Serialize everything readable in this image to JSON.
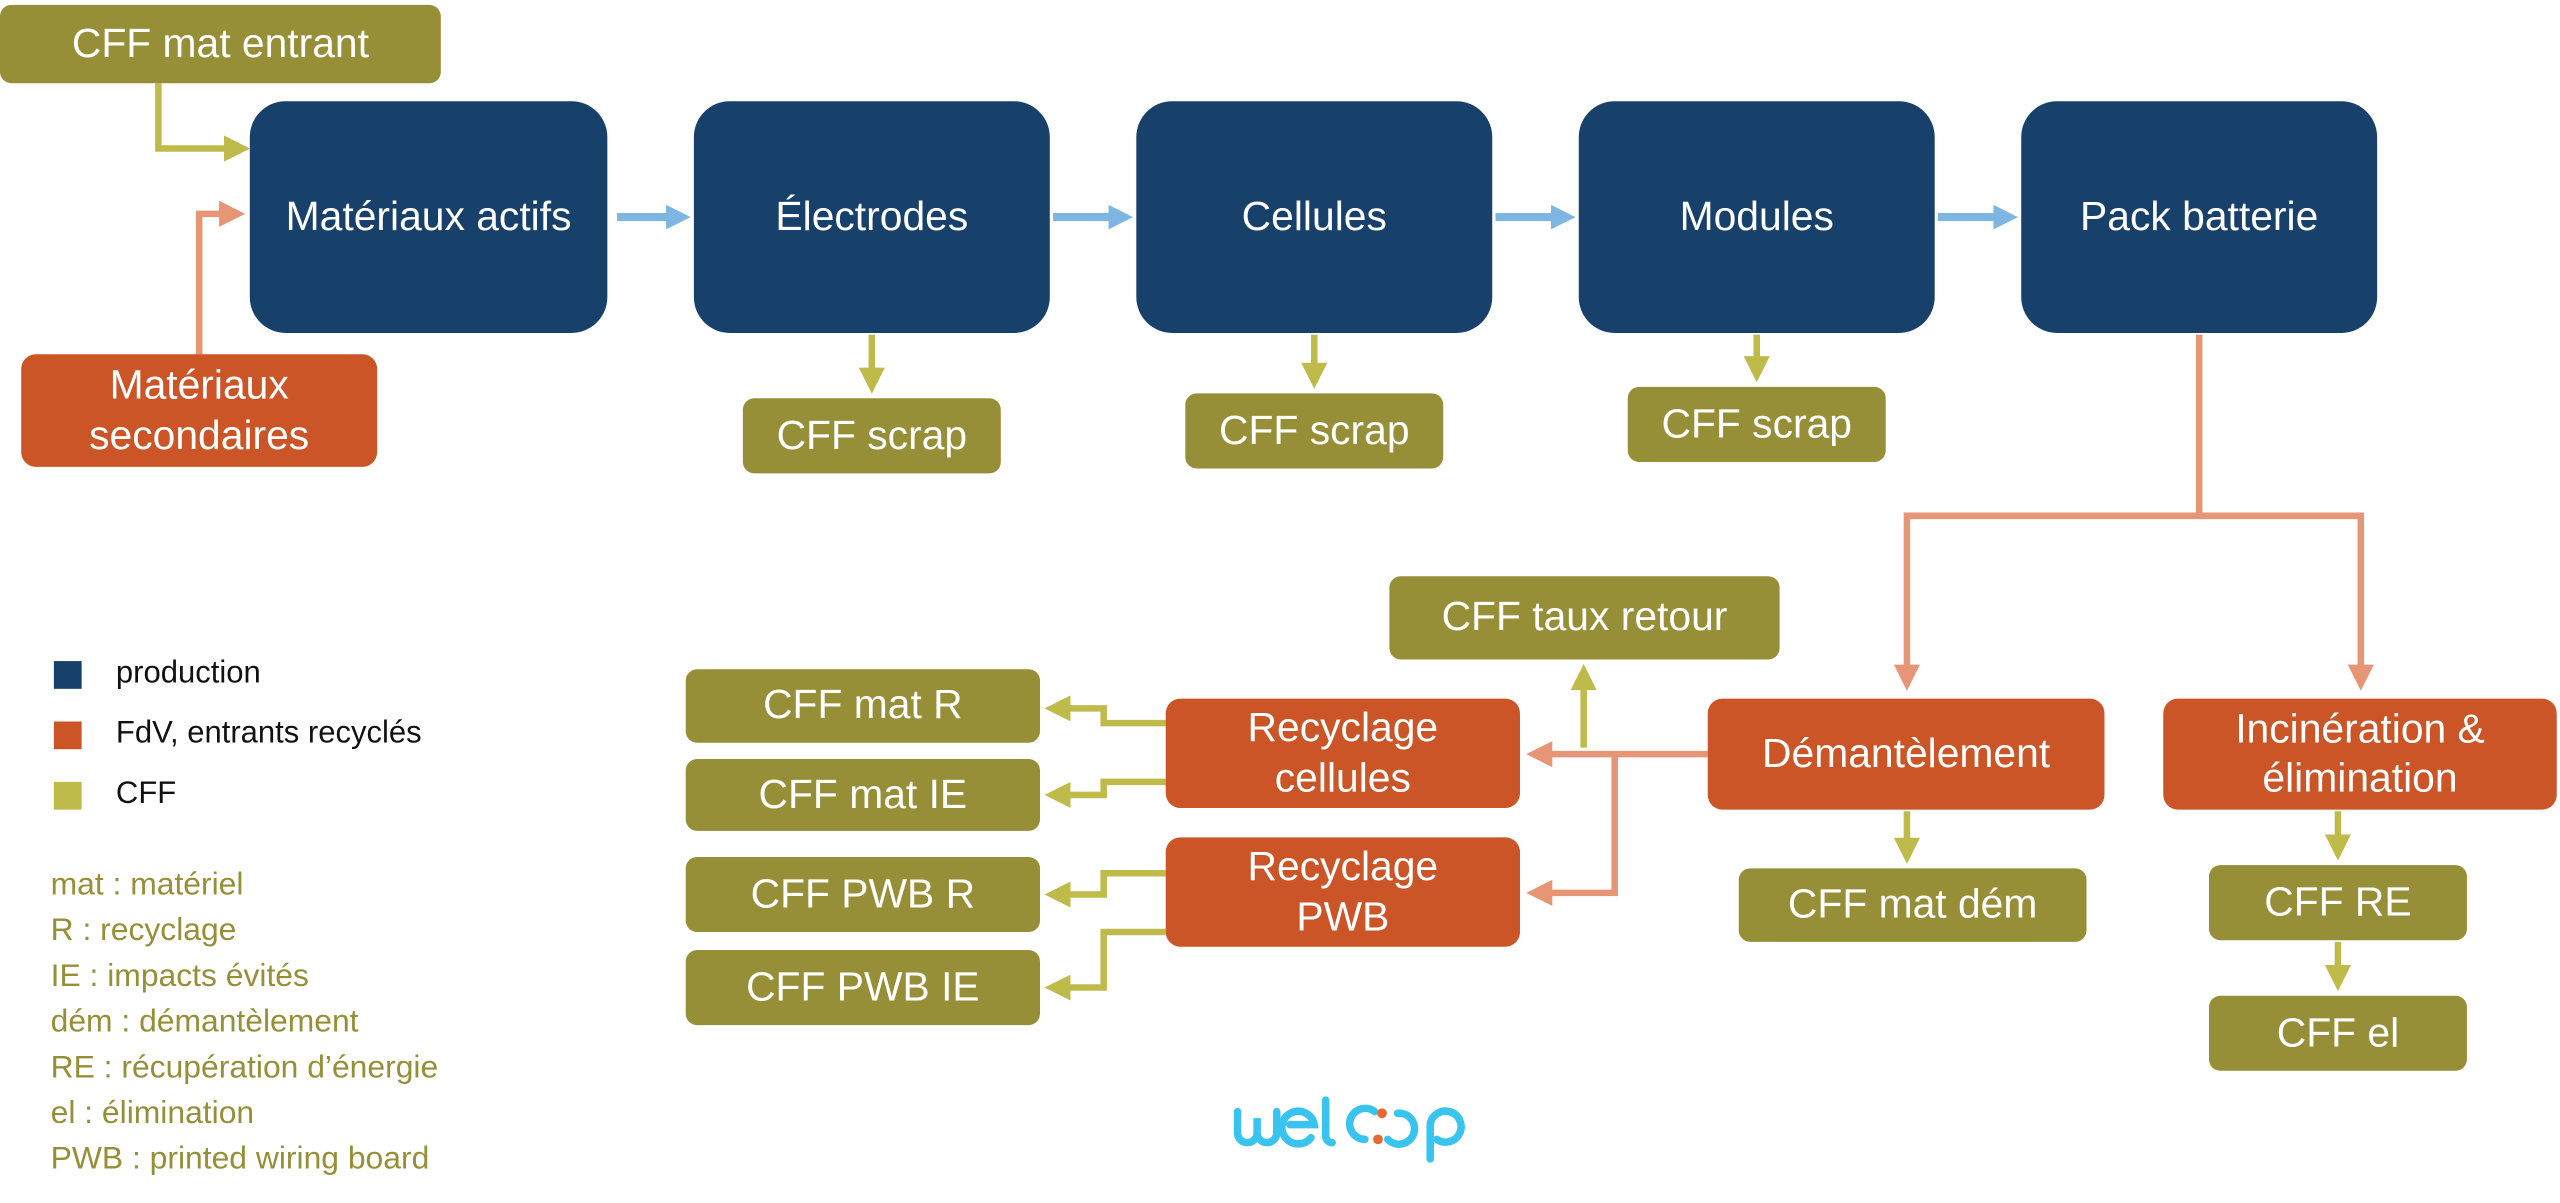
{
  "diagram": {
    "colors": {
      "production": "#17406a",
      "end_of_life": "#cc5527",
      "cff": "#968f37",
      "cff_arrow": "#bfbb4b",
      "eol_arrow": "#e69575",
      "flow_arrow": "#7db6e3",
      "logo": "#39c4ef",
      "logo_dot": "#e8692f"
    },
    "production_chain": [
      {
        "id": "materiaux-actifs",
        "label": "Matériaux actifs"
      },
      {
        "id": "electrodes",
        "label": "Électrodes"
      },
      {
        "id": "cellules",
        "label": "Cellules"
      },
      {
        "id": "modules",
        "label": "Modules"
      },
      {
        "id": "pack-batterie",
        "label": "Pack batterie"
      }
    ],
    "inputs": {
      "cff_mat_entrant": "CFF mat entrant",
      "materiaux_secondaires": "Matériaux\nsecondaires"
    },
    "scrap": [
      {
        "from": "Électrodes",
        "label": "CFF scrap"
      },
      {
        "from": "Cellules",
        "label": "CFF scrap"
      },
      {
        "from": "Modules",
        "label": "CFF scrap"
      }
    ],
    "end_of_life": {
      "demantelement": "Démantèlement",
      "incineration": "Incinération &\nélimination",
      "recyclage_cellules": "Recyclage\ncellules",
      "recyclage_pwb": "Recyclage\nPWB"
    },
    "cff_outputs": {
      "taux_retour": "CFF taux retour",
      "mat_r": "CFF mat R",
      "mat_ie": "CFF mat IE",
      "pwb_r": "CFF PWB R",
      "pwb_ie": "CFF PWB IE",
      "mat_dem": "CFF mat dém",
      "re": "CFF RE",
      "el": "CFF el"
    },
    "edges": [
      {
        "from": "CFF mat entrant",
        "to": "Matériaux actifs",
        "type": "cff"
      },
      {
        "from": "Matériaux secondaires",
        "to": "Matériaux actifs",
        "type": "eol"
      },
      {
        "from": "Matériaux actifs",
        "to": "Électrodes",
        "type": "flow"
      },
      {
        "from": "Électrodes",
        "to": "Cellules",
        "type": "flow"
      },
      {
        "from": "Cellules",
        "to": "Modules",
        "type": "flow"
      },
      {
        "from": "Modules",
        "to": "Pack batterie",
        "type": "flow"
      },
      {
        "from": "Électrodes",
        "to": "CFF scrap",
        "type": "cff"
      },
      {
        "from": "Cellules",
        "to": "CFF scrap",
        "type": "cff"
      },
      {
        "from": "Modules",
        "to": "CFF scrap",
        "type": "cff"
      },
      {
        "from": "Pack batterie",
        "to": "Démantèlement",
        "type": "eol"
      },
      {
        "from": "Pack batterie",
        "to": "Incinération & élimination",
        "type": "eol"
      },
      {
        "from": "Démantèlement",
        "to": "Recyclage cellules",
        "type": "eol"
      },
      {
        "from": "Démantèlement",
        "to": "Recyclage PWB",
        "type": "eol"
      },
      {
        "from": "Démantèlement",
        "to": "CFF taux retour",
        "type": "cff"
      },
      {
        "from": "Démantèlement",
        "to": "CFF mat dém",
        "type": "cff"
      },
      {
        "from": "Recyclage cellules",
        "to": "CFF mat R",
        "type": "cff"
      },
      {
        "from": "Recyclage cellules",
        "to": "CFF mat IE",
        "type": "cff"
      },
      {
        "from": "Recyclage PWB",
        "to": "CFF PWB R",
        "type": "cff"
      },
      {
        "from": "Recyclage PWB",
        "to": "CFF PWB IE",
        "type": "cff"
      },
      {
        "from": "Incinération & élimination",
        "to": "CFF RE",
        "type": "cff"
      },
      {
        "from": "CFF RE",
        "to": "CFF el",
        "type": "cff"
      }
    ]
  },
  "legend": {
    "items": [
      {
        "label": "production",
        "color": "#17406a"
      },
      {
        "label": "FdV, entrants recyclés",
        "color": "#cc5527"
      },
      {
        "label": "CFF",
        "color": "#bfbb4b"
      }
    ],
    "abbreviations": [
      "mat : matériel",
      "R : recyclage",
      "IE : impacts évités",
      "dém : démantèlement",
      "RE : récupération d’énergie",
      "el : élimination",
      "PWB : printed wiring board"
    ]
  },
  "logo": {
    "text": "weloop"
  }
}
